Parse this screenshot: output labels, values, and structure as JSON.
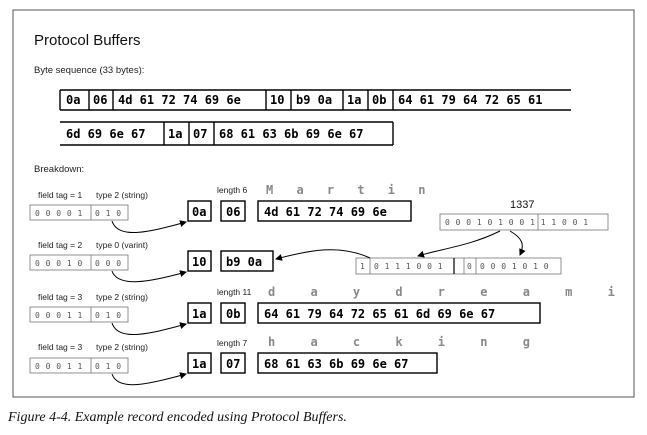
{
  "title": "Protocol Buffers",
  "byte_sequence_label": "Byte sequence (33 bytes):",
  "byte_rows": [
    [
      "0a",
      "06",
      "4d 61 72 74 69 6e",
      "10",
      "b9 0a",
      "1a",
      "0b",
      "64 61 79 64 72 65 61"
    ],
    [
      "6d 69 6e 67",
      "1a",
      "07",
      "68 61 63 6b 69 6e 67"
    ]
  ],
  "breakdown_label": "Breakdown:",
  "fields": [
    {
      "tag_label": "field tag = 1",
      "type_label": "type 2 (string)",
      "tag_bits": "0 0 0 0 1",
      "type_bits": "0 1 0",
      "tag_byte": "0a",
      "length_label": "length 6",
      "length_byte": "06",
      "ascii": "M a r t i n",
      "value_bytes": "4d 61 72 74 69 6e"
    },
    {
      "tag_label": "field tag = 2",
      "type_label": "type 0 (varint)",
      "tag_bits": "0 0 0 1 0",
      "type_bits": "0 0 0",
      "tag_byte": "10",
      "value_bytes": "b9 0a",
      "varint_number": "1337",
      "varint_bits_top": "0 0 0 1 0 1 0 0 1 1 1 0 0 1",
      "varint_byte1_msb": "1",
      "varint_byte1_bits": "0 1 1 1 0 0 1",
      "varint_byte2_msb": "0",
      "varint_byte2_bits": "0 0 0 1 0 1 0"
    },
    {
      "tag_label": "field tag = 3",
      "type_label": "type 2 (string)",
      "tag_bits": "0 0 0 1 1",
      "type_bits": "0 1 0",
      "tag_byte": "1a",
      "length_label": "length 11",
      "length_byte": "0b",
      "ascii": "d a y d r e a m i n g",
      "value_bytes": "64 61 79 64 72 65 61 6d 69 6e 67"
    },
    {
      "tag_label": "field tag = 3",
      "type_label": "type 2 (string)",
      "tag_bits": "0 0 0 1 1",
      "type_bits": "0 1 0",
      "tag_byte": "1a",
      "length_label": "length 7",
      "length_byte": "07",
      "ascii": "h a c k i n g",
      "value_bytes": "68 61 63 6b 69 6e 67"
    }
  ],
  "caption": "Figure 4-4. Example record encoded using Protocol Buffers."
}
